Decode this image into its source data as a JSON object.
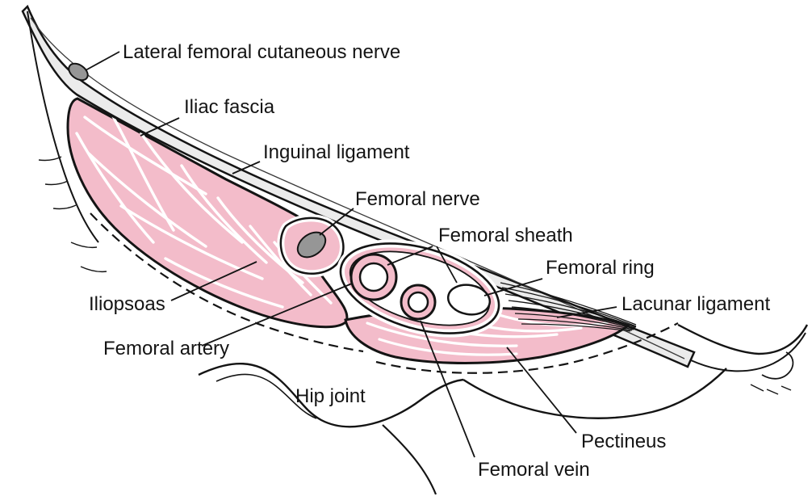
{
  "figure": {
    "colors": {
      "background": "#ffffff",
      "muscle_pink": "#f3bcca",
      "nerve_gray": "#969696",
      "fascia_gray": "#ebebeb",
      "outline": "#141414"
    },
    "labels": [
      {
        "id": "lateral-femoral-cutaneous-nerve",
        "text": "Lateral femoral cutaneous nerve"
      },
      {
        "id": "iliac-fascia",
        "text": "Iliac fascia"
      },
      {
        "id": "inguinal-ligament",
        "text": "Inguinal ligament"
      },
      {
        "id": "femoral-nerve",
        "text": "Femoral nerve"
      },
      {
        "id": "femoral-sheath",
        "text": "Femoral sheath"
      },
      {
        "id": "femoral-ring",
        "text": "Femoral ring"
      },
      {
        "id": "lacunar-ligament",
        "text": "Lacunar ligament"
      },
      {
        "id": "iliopsoas",
        "text": "Iliopsoas"
      },
      {
        "id": "femoral-artery",
        "text": "Femoral artery"
      },
      {
        "id": "hip-joint",
        "text": "Hip joint"
      },
      {
        "id": "pectineus",
        "text": "Pectineus"
      },
      {
        "id": "femoral-vein",
        "text": "Femoral vein"
      }
    ]
  }
}
